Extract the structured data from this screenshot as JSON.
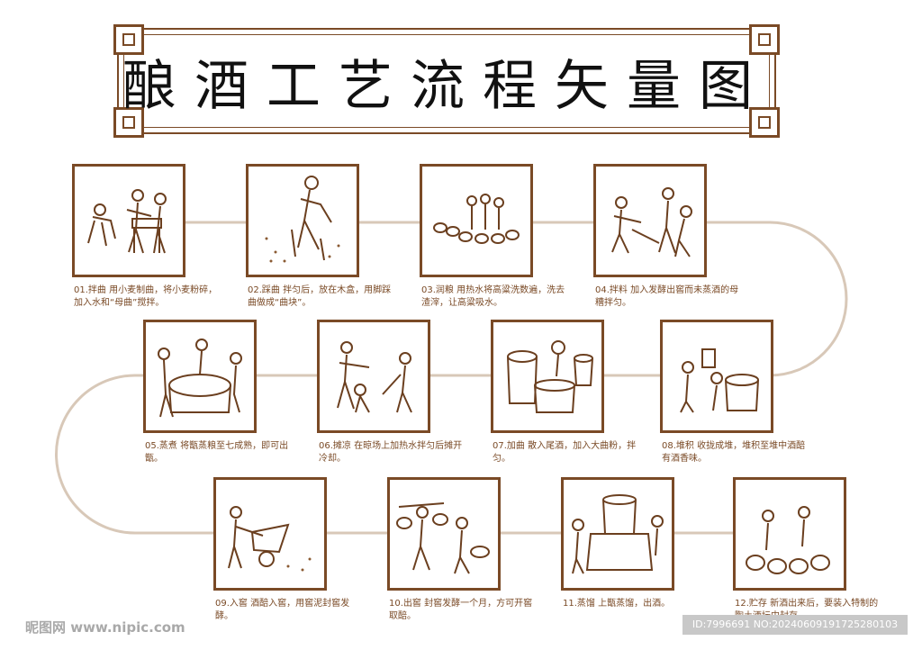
{
  "title": "酿酒工艺流程矢量图",
  "steps": [
    {
      "caption": "01.拌曲 用小麦制曲，将小麦粉碎，加入水和“母曲”搅拌。"
    },
    {
      "caption": "02.踩曲 拌匀后，放在木盒，用脚踩曲做成“曲块”。"
    },
    {
      "caption": "03.润粮 用热水将高粱洗数遍，洗去渣滓，让高粱吸水。"
    },
    {
      "caption": "04.拌料 加入发酵出窖而未蒸酒的母糟拌匀。"
    },
    {
      "caption": "05.蒸煮 将甑蒸粮至七成熟，即可出甑。"
    },
    {
      "caption": "06.摊凉 在晾场上加热水拌匀后摊开冷却。"
    },
    {
      "caption": "07.加曲 散入尾酒，加入大曲粉，拌匀。"
    },
    {
      "caption": "08.堆积 收拢成堆，堆积至堆中酒醅有酒香味。"
    },
    {
      "caption": "09.入窖 酒醅入窖，用窖泥封窖发酵。"
    },
    {
      "caption": "10.出窖 封窖发酵一个月，方可开窖取醅。"
    },
    {
      "caption": "11.蒸馏 上甑蒸馏，出酒。"
    },
    {
      "caption": "12.贮存 新酒出来后，要装入特制的陶土酒坛中封存。"
    }
  ],
  "watermark_left": "昵图网 www.nipic.com",
  "watermark_right": "ID:7996691 NO:20240609191725280103",
  "colors": {
    "line": "#d8c8b8",
    "frame": "#7a4a26",
    "text": "#7a4a26"
  }
}
